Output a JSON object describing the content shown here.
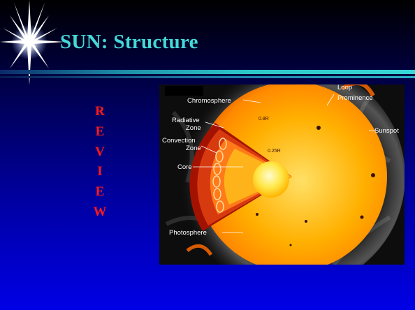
{
  "slide": {
    "title": "SUN: Structure",
    "review_letters": [
      "R",
      "E",
      "V",
      "I",
      "E",
      "W"
    ]
  },
  "figure": {
    "labels": {
      "chromosphere": "Chromosphere",
      "radiative_1": "Radiative",
      "radiative_2": "Zone",
      "convection_1": "Convection",
      "convection_2": "Zone",
      "core": "Core",
      "photosphere": "Photosphere",
      "loop_1": "Loop",
      "loop_2": "Prominence",
      "sunspot": "Sunspot",
      "r_outer": "0.8R",
      "r_inner": "0.25R"
    }
  },
  "colors": {
    "title": "#44d8d8",
    "review": "#ff1a1a",
    "accent_rule": "#2ec7c7"
  }
}
